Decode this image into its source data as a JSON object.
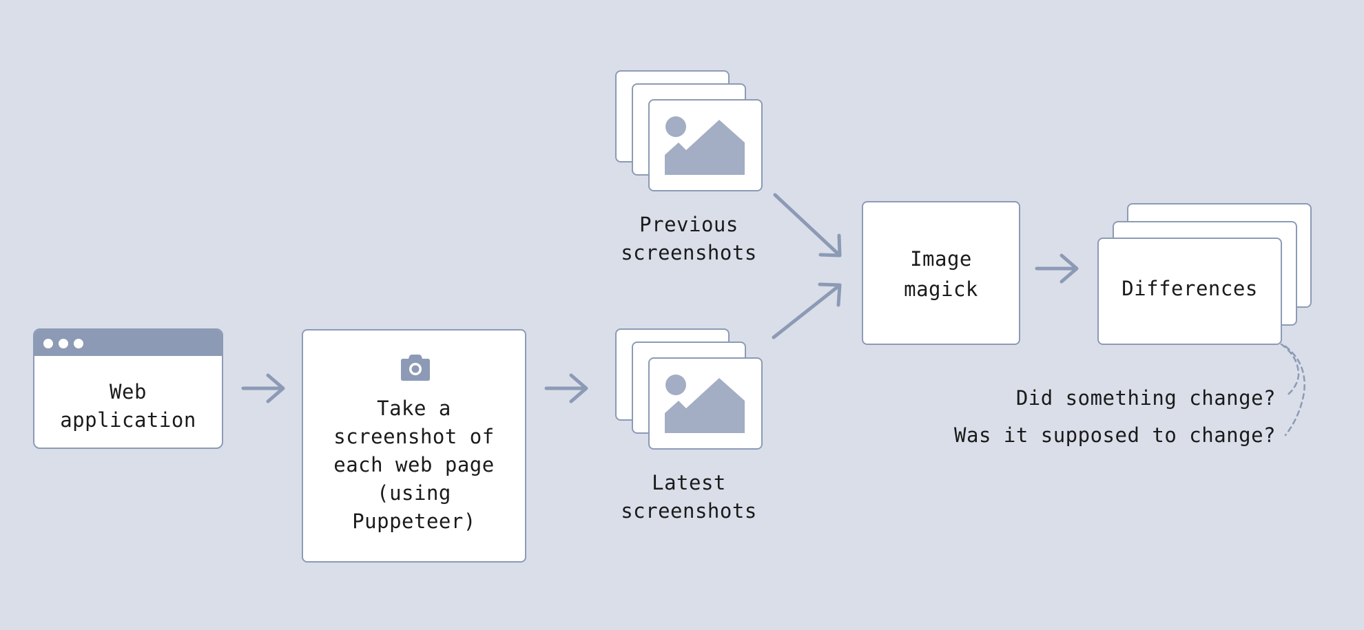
{
  "nodes": {
    "web_app": {
      "label": "Web\napplication"
    },
    "take_screenshot": {
      "label": "Take a\nscreenshot of\neach web page\n(using\nPuppeteer)"
    },
    "previous": {
      "label": "Previous\nscreenshots"
    },
    "latest": {
      "label": "Latest\nscreenshots"
    },
    "image_magick": {
      "label": "Image\nmagick"
    },
    "differences": {
      "label": "Differences"
    }
  },
  "questions": {
    "q1": "Did something change?",
    "q2": "Was it supposed to change?"
  },
  "icons": {
    "browser_dots": "window-dots-icon",
    "camera": "camera-icon",
    "image": "image-icon"
  },
  "colors": {
    "background": "#d9dee9",
    "accent": "#8c9ab5",
    "icon_fill": "#a3adc4",
    "card": "#ffffff"
  }
}
